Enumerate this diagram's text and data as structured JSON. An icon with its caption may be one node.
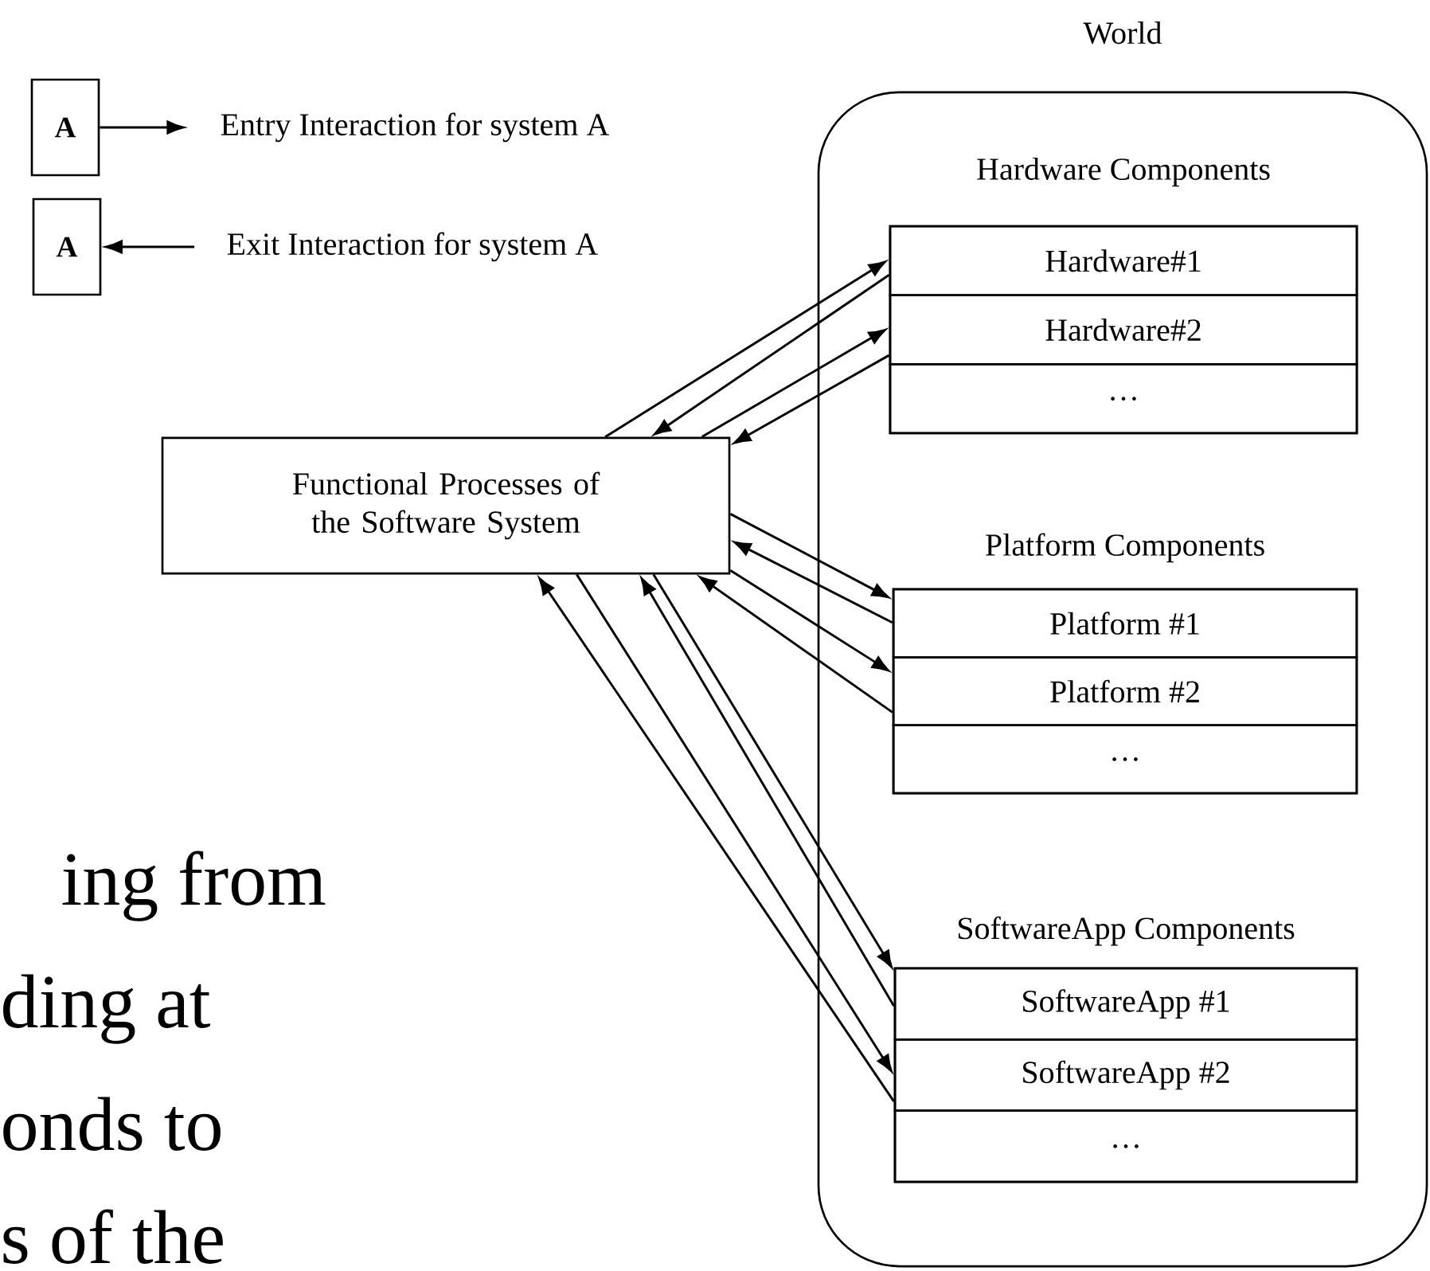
{
  "diagram": {
    "nodes": [
      {
        "text": [
          "A"
        ]
      },
      {
        "text": [
          "A"
        ]
      },
      {
        "text": [
          "Entry Interaction for system A"
        ]
      },
      {
        "text": [
          "Exit Interaction for system A"
        ]
      },
      {
        "text": [
          "World"
        ]
      },
      {
        "text": [
          "Hardware Components"
        ],
        "in": 4
      },
      {
        "text": [
          "Hardware#1"
        ],
        "in": 5
      },
      {
        "text": [
          "Hardware#2"
        ],
        "in": 5
      },
      {
        "text": [
          "…"
        ],
        "in": 5
      },
      {
        "text": [
          "Functional Processes of the Software System"
        ]
      },
      {
        "text": [
          "Platform Components"
        ],
        "in": 4
      },
      {
        "text": [
          "Platform #1"
        ],
        "in": 10
      },
      {
        "text": [
          "Platform #2"
        ],
        "in": 10
      },
      {
        "text": [
          "…"
        ],
        "in": 10
      },
      {
        "text": [
          "SoftwareApp Components"
        ],
        "in": 4
      },
      {
        "text": [
          "SoftwareApp #1"
        ],
        "in": 14
      },
      {
        "text": [
          "SoftwareApp #2"
        ],
        "in": 14
      },
      {
        "text": [
          "…"
        ],
        "in": 14
      }
    ],
    "edges": [
      {
        "from": 0,
        "to": 2,
        "arrow": "to"
      },
      {
        "from": 3,
        "to": 1,
        "arrow": "to"
      },
      {
        "from": 9,
        "to": 6,
        "arrow": "to"
      },
      {
        "from": 6,
        "to": 9,
        "arrow": "to"
      },
      {
        "from": 9,
        "to": 7,
        "arrow": "to"
      },
      {
        "from": 7,
        "to": 9,
        "arrow": "to"
      },
      {
        "from": 9,
        "to": 11,
        "arrow": "to"
      },
      {
        "from": 11,
        "to": 9,
        "arrow": "to"
      },
      {
        "from": 9,
        "to": 12,
        "arrow": "to"
      },
      {
        "from": 12,
        "to": 9,
        "arrow": "to"
      },
      {
        "from": 9,
        "to": 15,
        "arrow": "to"
      },
      {
        "from": 15,
        "to": 9,
        "arrow": "to"
      },
      {
        "from": 9,
        "to": 16,
        "arrow": "to"
      },
      {
        "from": 16,
        "to": 9,
        "arrow": "to"
      }
    ],
    "labels": [
      "ing from",
      "ding at",
      "onds to",
      "s of the"
    ]
  }
}
